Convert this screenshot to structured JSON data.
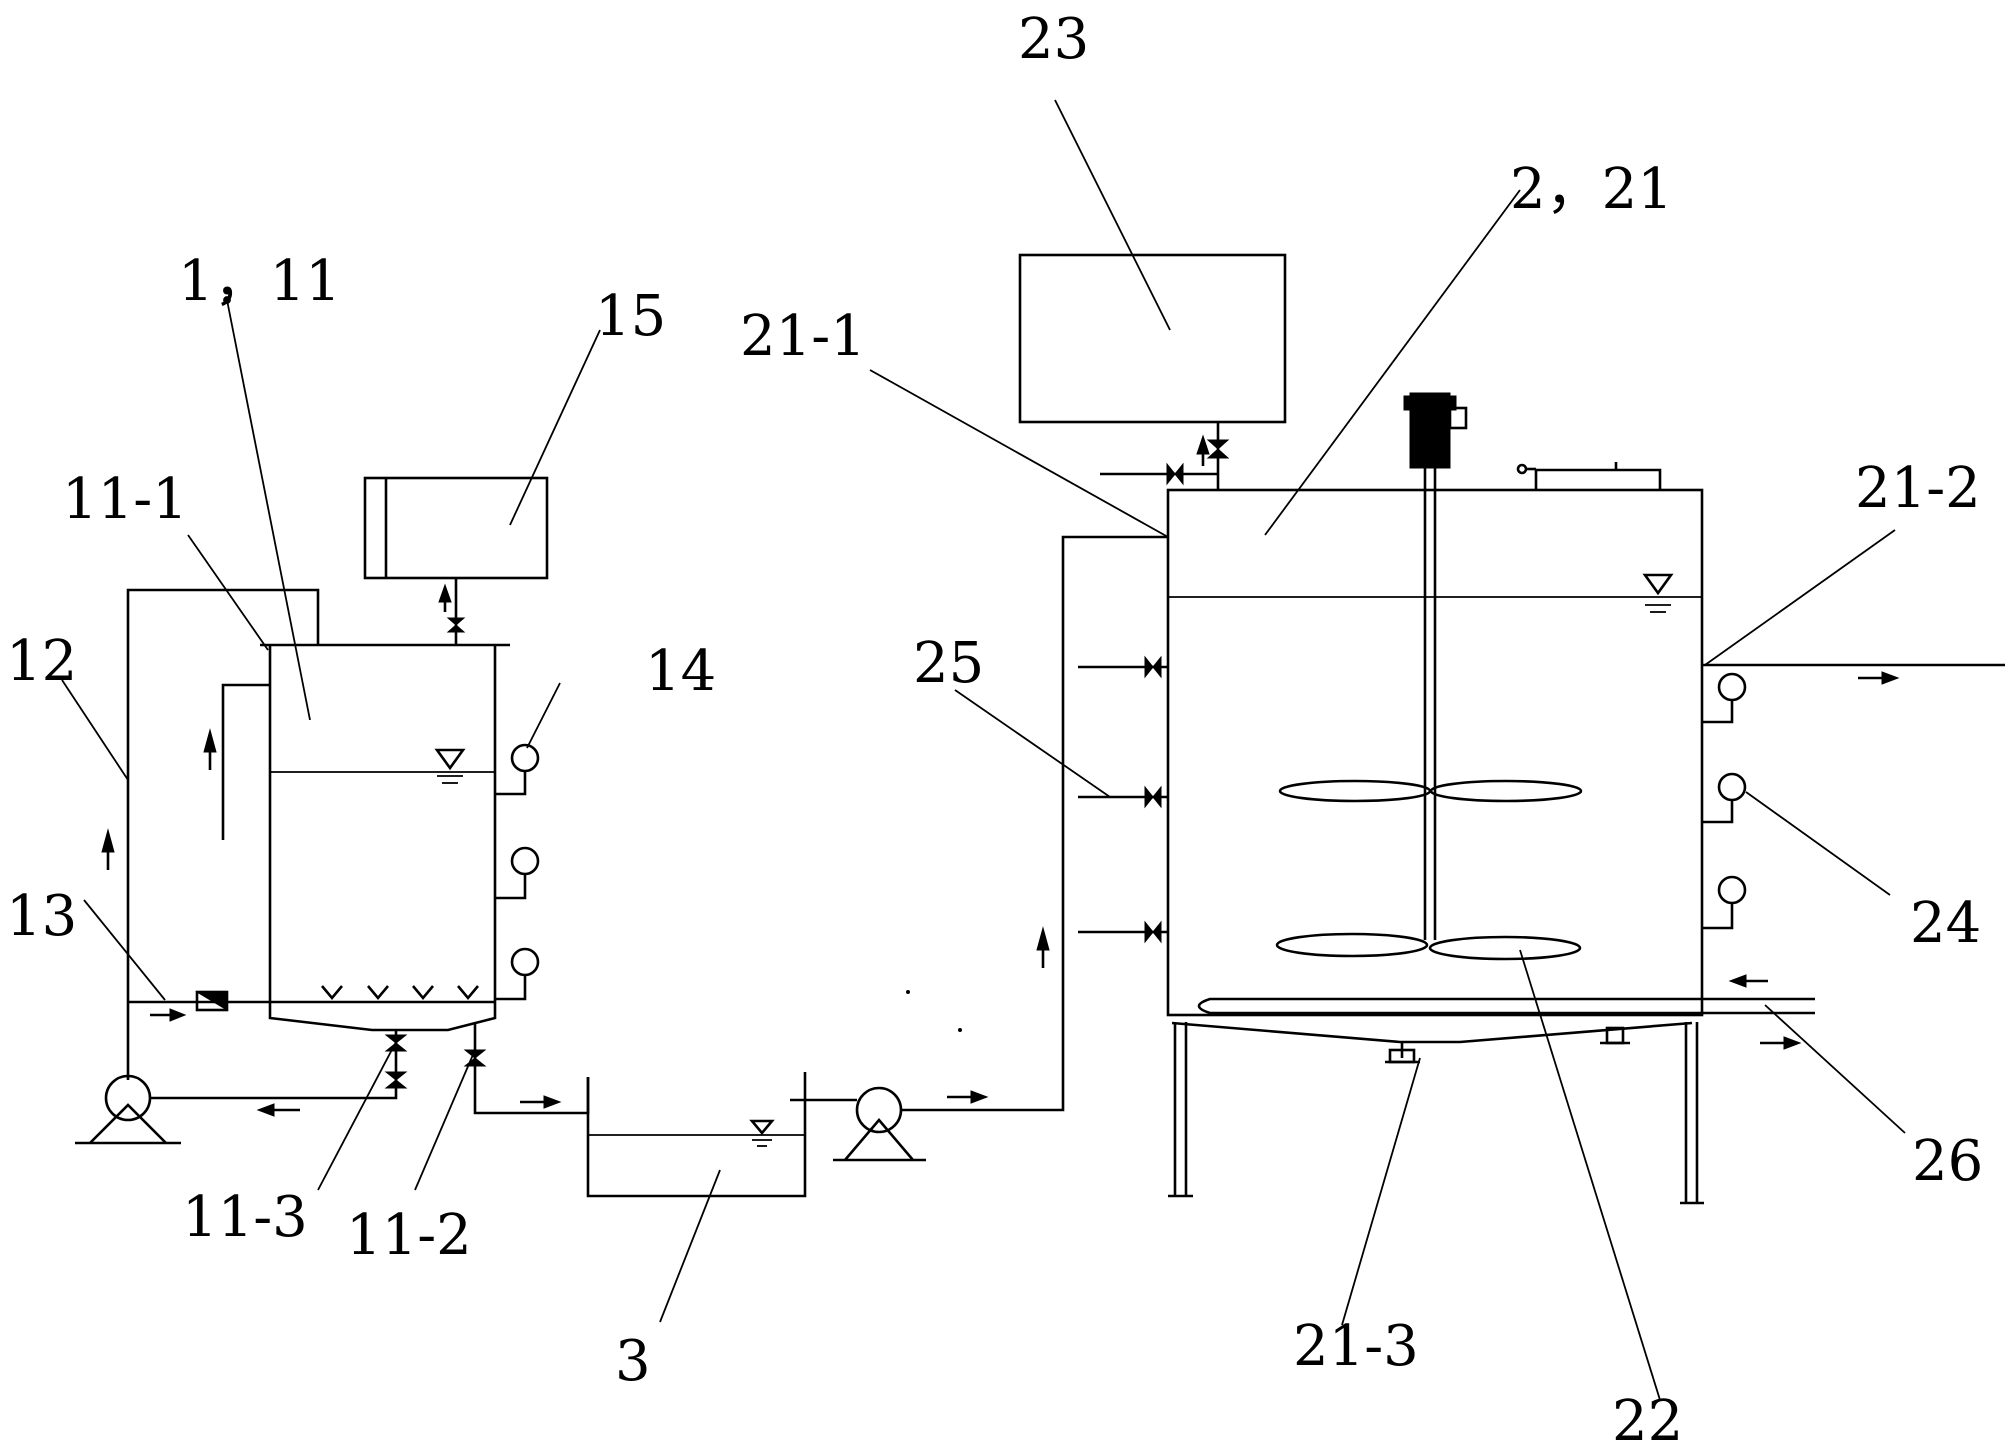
{
  "labels": {
    "l_1_11": "1，11",
    "l_11_1": "11-1",
    "l_12": "12",
    "l_13": "13",
    "l_14": "14",
    "l_15": "15",
    "l_11_3": "11-3",
    "l_11_2": "11-2",
    "l_3": "3",
    "l_25": "25",
    "l_21_1": "21-1",
    "l_23": "23",
    "l_2_21": "2，21",
    "l_21_2": "21-2",
    "l_24": "24",
    "l_26": "26",
    "l_21_3": "21-3",
    "l_22": "22"
  }
}
